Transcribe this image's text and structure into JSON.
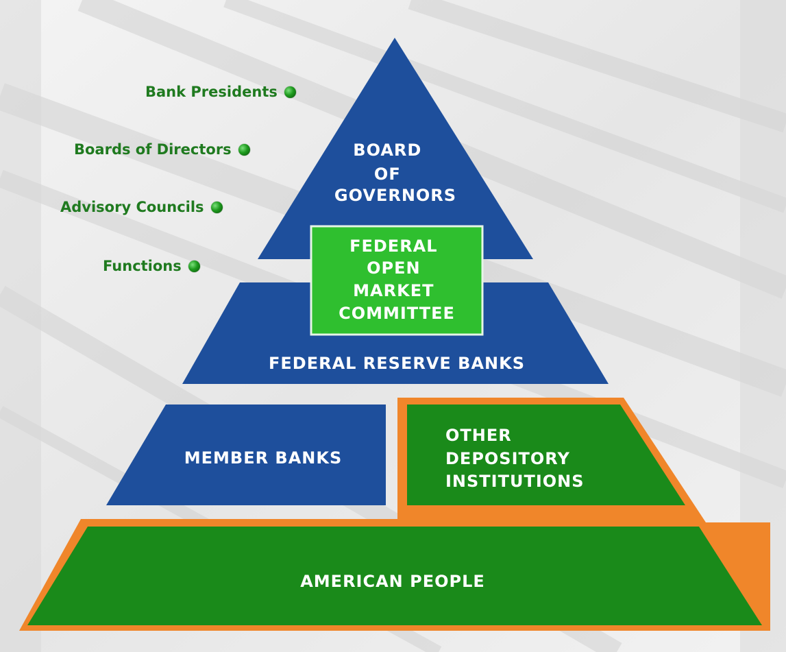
{
  "colors": {
    "tier_blue": "#1e4f9c",
    "tier_green": "#1a8a1a",
    "fomc_green": "#2fbf2f",
    "orange_border": "#f0862a",
    "link_green": "#1f7a1f"
  },
  "side_links": [
    {
      "label": "Bank Presidents"
    },
    {
      "label": "Boards of Directors"
    },
    {
      "label": "Advisory Councils"
    },
    {
      "label": "Functions"
    }
  ],
  "tiers": {
    "board_of_governors": {
      "lines": [
        "BOARD",
        "OF",
        "GOVERNORS"
      ]
    },
    "fomc": {
      "lines": [
        "FEDERAL",
        "OPEN",
        "MARKET",
        "COMMITTEE"
      ]
    },
    "federal_reserve_banks": {
      "lines": [
        "FEDERAL RESERVE BANKS"
      ]
    },
    "member_banks": {
      "lines": [
        "MEMBER BANKS"
      ]
    },
    "other_depository": {
      "lines": [
        "OTHER",
        "DEPOSITORY",
        "INSTITUTIONS"
      ]
    },
    "american_people": {
      "lines": [
        "AMERICAN PEOPLE"
      ]
    }
  }
}
